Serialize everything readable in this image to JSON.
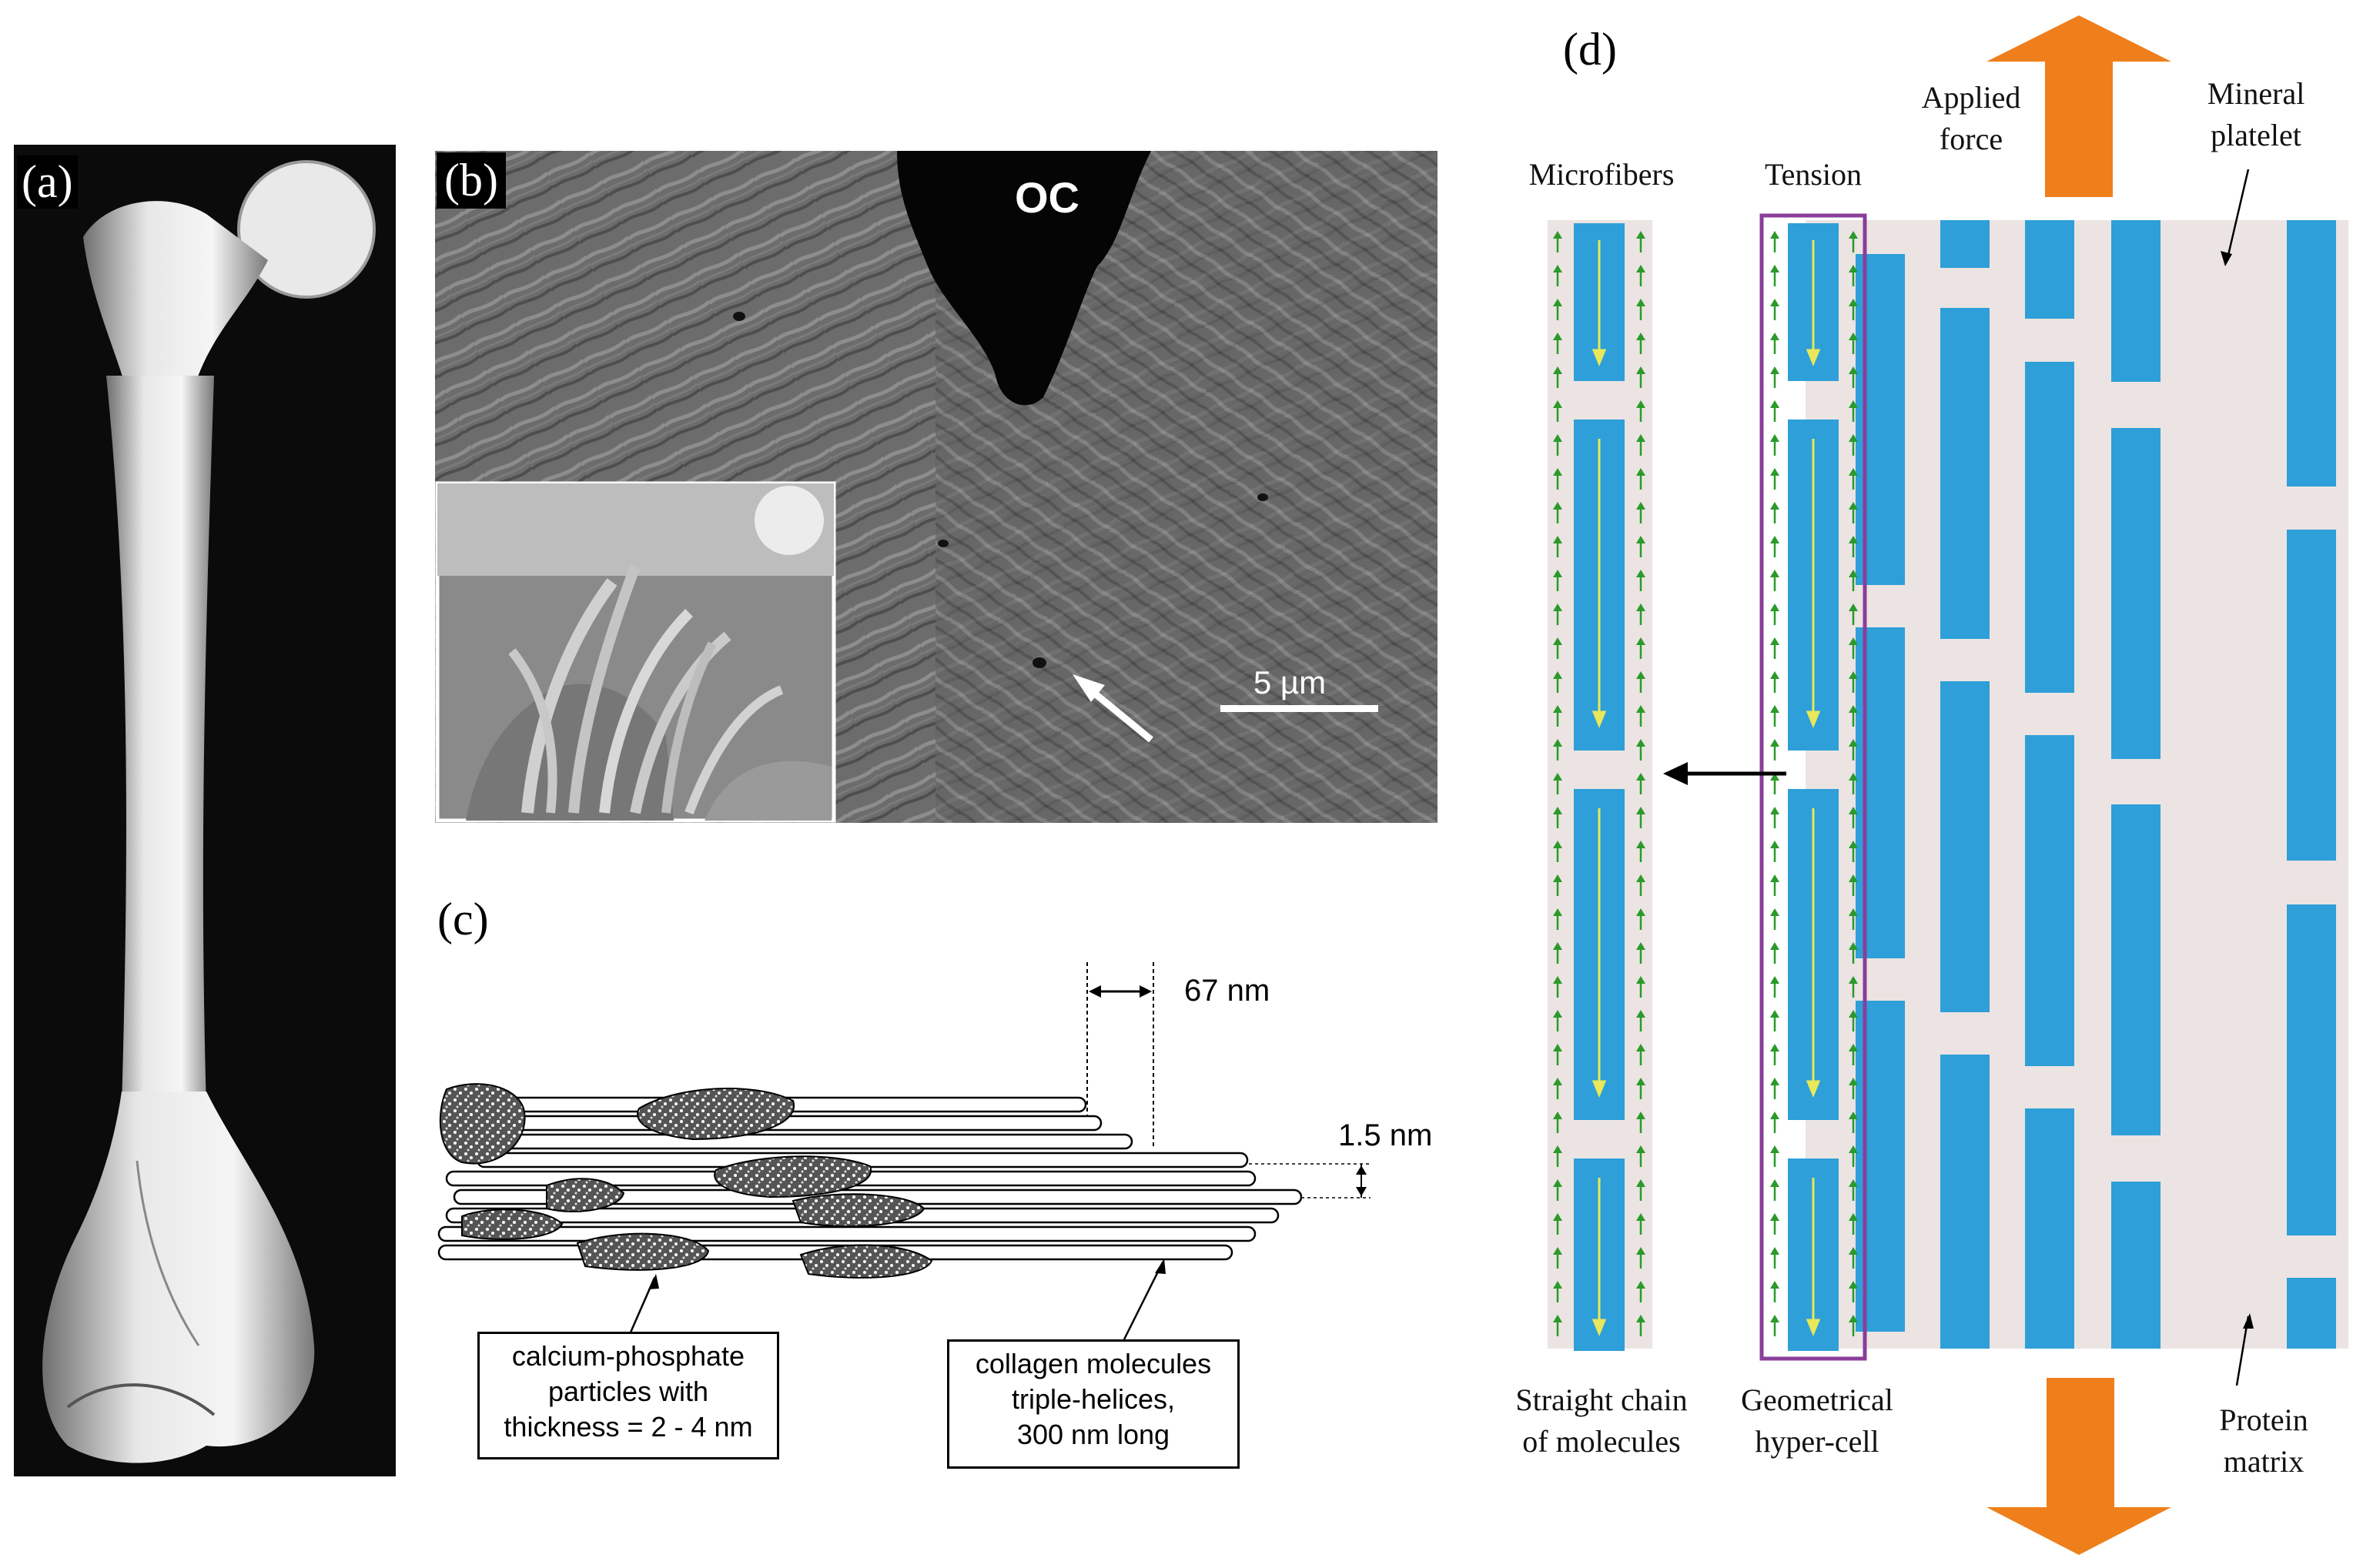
{
  "panels": {
    "a": {
      "label": "(a)"
    },
    "b": {
      "label": "(b)",
      "oc_label": "OC",
      "scale_bar": "5 µm"
    },
    "c": {
      "label": "(c)",
      "spacing": "67 nm",
      "diameter": "1.5 nm",
      "callout_particles": [
        "calcium-phosphate",
        "particles with",
        "thickness = 2 - 4 nm"
      ],
      "callout_collagen": [
        "collagen molecules",
        "triple-helices,",
        "300 nm long"
      ]
    },
    "d": {
      "label": "(d)",
      "microfibers": "Microfibers",
      "tension": "Tension",
      "applied_force": [
        "Applied",
        "force"
      ],
      "mineral_platelet": [
        "Mineral",
        "platelet"
      ],
      "straight_chain": [
        "Straight chain",
        "of molecules"
      ],
      "hyper_cell": [
        "Geometrical",
        "hyper-cell"
      ],
      "protein_matrix": [
        "Protein",
        "matrix"
      ]
    }
  },
  "colors": {
    "platelet": "#2e9fd8",
    "matrix": "#ebe4e2",
    "force_arrow": "#ef7f1a",
    "tension_arrow": "#2a9a2a",
    "inner_arrow": "#e8e85a",
    "hyper_cell_border": "#8a3e9a"
  }
}
